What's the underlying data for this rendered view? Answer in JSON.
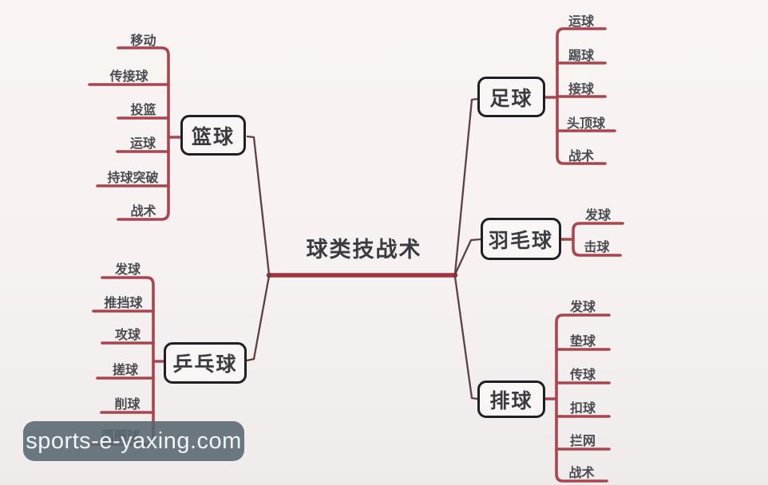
{
  "mindmap": {
    "root": "球类技战术",
    "branches": [
      {
        "name": "篮球",
        "children": [
          "移动",
          "传接球",
          "投篮",
          "运球",
          "持球突破",
          "战术"
        ]
      },
      {
        "name": "乒乓球",
        "children": [
          "发球",
          "推挡球",
          "攻球",
          "搓球",
          "削球",
          "弧圈球"
        ]
      },
      {
        "name": "足球",
        "children": [
          "运球",
          "踢球",
          "接球",
          "头顶球",
          "战术"
        ]
      },
      {
        "name": "羽毛球",
        "children": [
          "发球",
          "击球"
        ]
      },
      {
        "name": "排球",
        "children": [
          "发球",
          "垫球",
          "传球",
          "扣球",
          "拦网",
          "战术"
        ]
      }
    ]
  },
  "watermark": {
    "text": "sports-e-yaxing.com"
  },
  "colors": {
    "background": "#f7f2f1",
    "branch_line": "#a8454e",
    "center_bar": "#9e3540",
    "connector_line": "#5d3f46",
    "box_border": "#202024",
    "node_text": "#3a3a40",
    "child_text": "#4a4a52",
    "watermark_bg": "#58666e",
    "watermark_text": "#f2f4f5"
  }
}
